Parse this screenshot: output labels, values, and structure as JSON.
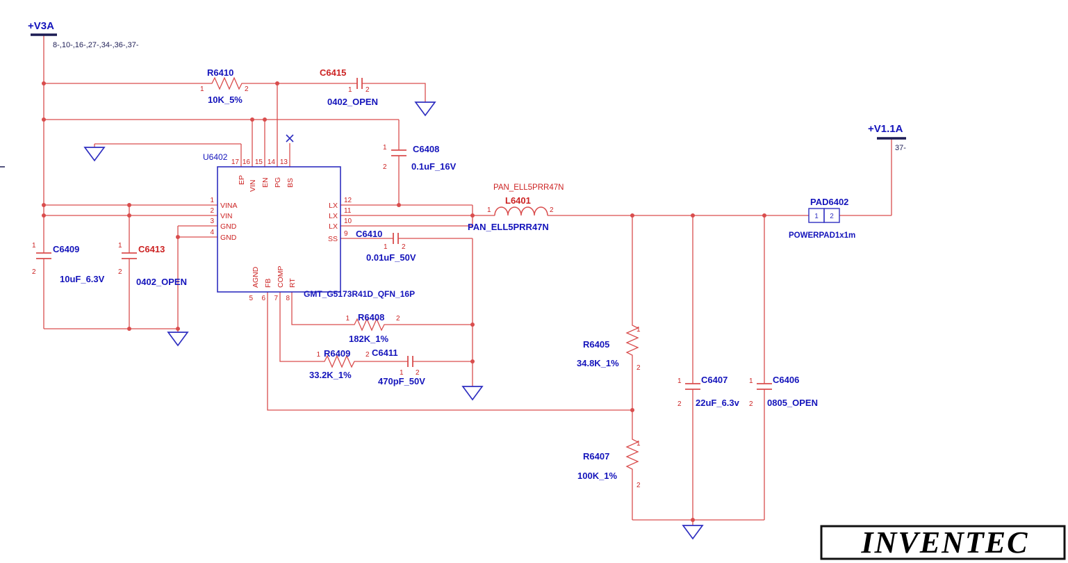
{
  "colors": {
    "wire": "#d94d4d",
    "red_text": "#cc2222",
    "blue_text": "#1414bb",
    "symbol_blue": "#2e2ec0",
    "dark": "#1c1c54"
  },
  "rails": {
    "v3a": {
      "name": "+V3A",
      "pins": "8-,10-,16-,27-,34-,36-,37-"
    },
    "v11a": {
      "name": "+V1.1A",
      "pins": "37-"
    }
  },
  "ic": {
    "refdes": "U6402",
    "part": "GMT_G5173R41D_QFN_16P",
    "pin_numbers": [
      "1",
      "2",
      "3",
      "4",
      "5",
      "6",
      "7",
      "8",
      "9",
      "10",
      "11",
      "12",
      "13",
      "14",
      "15",
      "16",
      "17"
    ],
    "pin_names": [
      "VINA",
      "VIN",
      "GND",
      "GND",
      "AGND",
      "FB",
      "COMP",
      "RT",
      "SS",
      "LX",
      "LX",
      "LX",
      "BS",
      "PG",
      "EN",
      "VIN",
      "EP"
    ]
  },
  "pin12": {
    "one": "1",
    "two": "2"
  },
  "parts": {
    "r6410": {
      "ref": "R6410",
      "value": "10K_5%"
    },
    "c6415": {
      "ref": "C6415",
      "value": "0402_OPEN"
    },
    "c6408": {
      "ref": "C6408",
      "value": "0.1uF_16V"
    },
    "c6409": {
      "ref": "C6409",
      "value": "10uF_6.3V"
    },
    "c6413": {
      "ref": "C6413",
      "value": "0402_OPEN"
    },
    "c6410": {
      "ref": "C6410",
      "value": "0.01uF_50V"
    },
    "l6401": {
      "ref": "L6401",
      "part": "PAN_ELL5PRR47N",
      "value": "PAN_ELL5PRR47N"
    },
    "r6408": {
      "ref": "R6408",
      "value": "182K_1%"
    },
    "r6409": {
      "ref": "R6409",
      "value": "33.2K_1%"
    },
    "c6411": {
      "ref": "C6411",
      "value": "470pF_50V"
    },
    "r6405": {
      "ref": "R6405",
      "value": "34.8K_1%"
    },
    "r6407": {
      "ref": "R6407",
      "value": "100K_1%"
    },
    "c6407": {
      "ref": "C6407",
      "value": "22uF_6.3v"
    },
    "c6406": {
      "ref": "C6406",
      "value": "0805_OPEN"
    },
    "pad6402": {
      "ref": "PAD6402",
      "value": "POWERPAD1x1m"
    }
  },
  "logo": {
    "text": "INVENTEC"
  }
}
